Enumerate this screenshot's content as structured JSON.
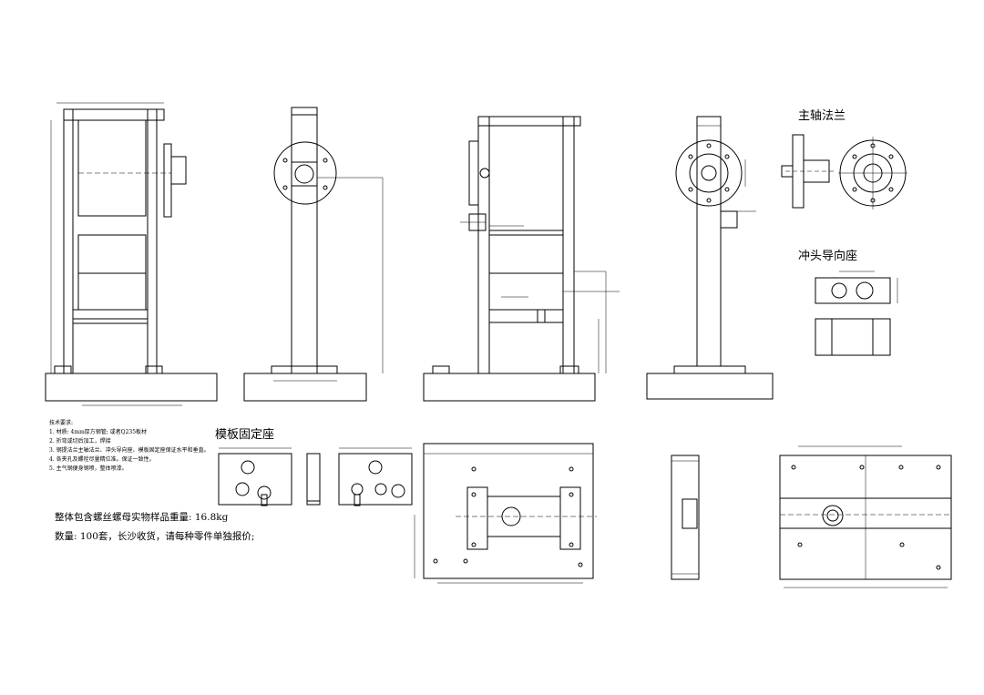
{
  "titles": {
    "spindle_flange": "主轴法兰",
    "punch_guide_seat": "冲头导向座",
    "die_plate_seat": "模板固定座"
  },
  "tech_notes": {
    "heading": "技术要求:",
    "items": [
      "1. 材质: 4mm厚方钢管; 或者Q235板材",
      "2. 折弯或切后加工，焊接",
      "3. 钢提法兰主轴法兰、冲头导向座、模板固定座保证水平和垂直。",
      "4. 各夹孔及螺栓尽量精位准。保证一致性。",
      "5. 主气钢便身钢喷，整体喷漆。"
    ]
  },
  "remarks": {
    "line1": "整体包含螺丝螺母实物样品重量: 16.8kg",
    "line2": "数量: 100套，长沙收货，请每种零件单独报价;"
  },
  "colors": {
    "line": "#000000",
    "paper": "#ffffff"
  }
}
